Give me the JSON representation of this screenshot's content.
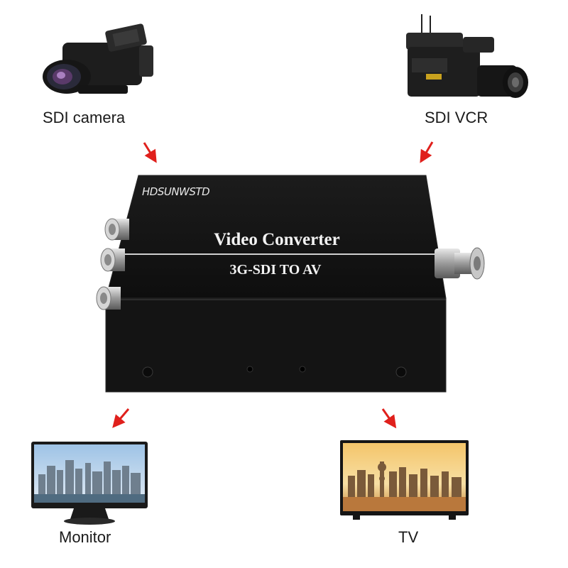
{
  "inputs": {
    "camera_label": "SDI camera",
    "vcr_label": "SDI VCR"
  },
  "outputs": {
    "monitor_label": "Monitor",
    "tv_label": "TV"
  },
  "converter": {
    "brand": "HDSUNWSTD",
    "title": "Video Converter",
    "subtitle": "3G-SDI TO AV"
  },
  "colors": {
    "arrow": "#e0201c",
    "device_body": "#121212"
  },
  "icons": {
    "camera": "video-camera-icon",
    "vcr": "broadcast-camera-icon",
    "monitor": "monitor-icon",
    "tv": "tv-icon"
  }
}
